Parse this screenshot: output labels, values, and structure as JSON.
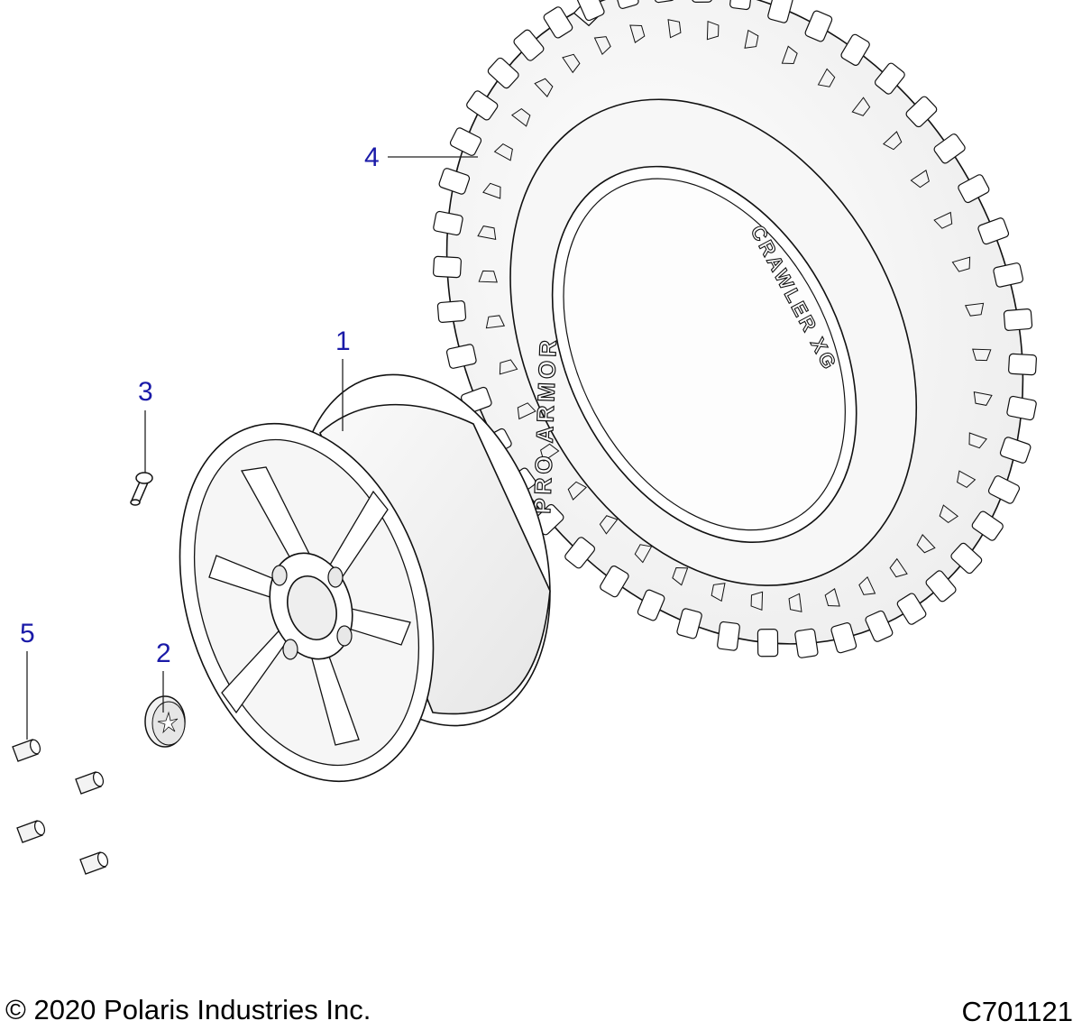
{
  "callouts": [
    {
      "id": "1",
      "label": "1"
    },
    {
      "id": "2",
      "label": "2"
    },
    {
      "id": "3",
      "label": "3"
    },
    {
      "id": "4",
      "label": "4"
    },
    {
      "id": "5",
      "label": "5"
    }
  ],
  "tire_sidewall": {
    "brand_text": "PRO ARMOR",
    "model_text": "CRAWLER XG"
  },
  "footer": {
    "copyright": "© 2020 Polaris Industries Inc.",
    "drawing_number": "C701121"
  },
  "colors": {
    "callout": "#1a1aa8",
    "line": "#111111",
    "part_fill": "#ffffff",
    "shade": "#e9e9e9"
  }
}
